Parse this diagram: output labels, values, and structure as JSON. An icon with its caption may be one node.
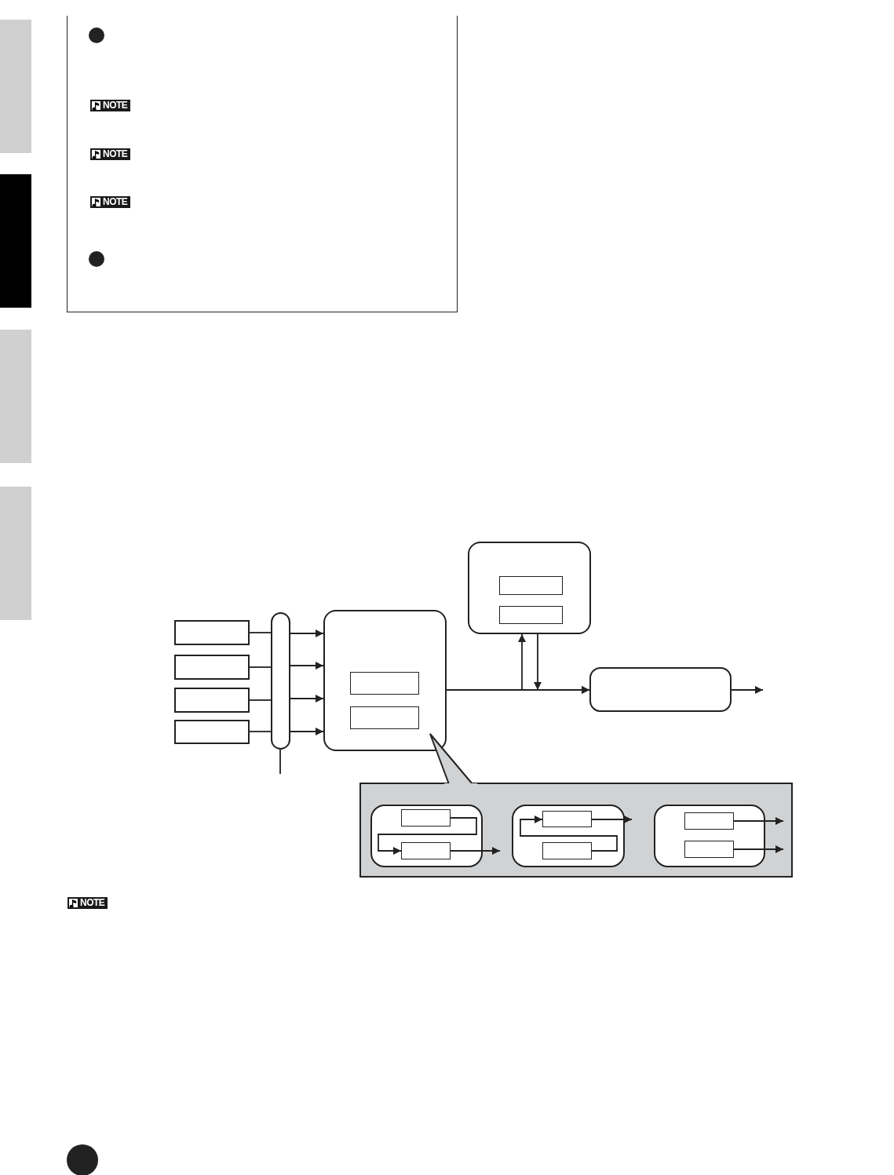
{
  "diagram": {
    "nodes": [
      {
        "text": [],
        "shape": "box"
      },
      {
        "text": [],
        "shape": "box"
      },
      {
        "text": [],
        "shape": "box"
      },
      {
        "text": [],
        "shape": "box"
      },
      {
        "text": [],
        "shape": "bar"
      },
      {
        "text": [],
        "shape": "box"
      },
      {
        "text": [],
        "shape": "box",
        "in": 5
      },
      {
        "text": [],
        "shape": "box",
        "in": 5
      },
      {
        "text": [],
        "shape": "box"
      },
      {
        "text": [],
        "shape": "box",
        "in": 8
      },
      {
        "text": [],
        "shape": "box",
        "in": 8
      },
      {
        "text": [],
        "shape": "box"
      },
      {
        "text": [],
        "shape": "box"
      },
      {
        "text": [],
        "shape": "box",
        "in": 12
      },
      {
        "text": [],
        "shape": "box",
        "in": 13
      },
      {
        "text": [],
        "shape": "box",
        "in": 13
      },
      {
        "text": [],
        "shape": "box",
        "in": 12
      },
      {
        "text": [],
        "shape": "box",
        "in": 16
      },
      {
        "text": [],
        "shape": "box",
        "in": 16
      },
      {
        "text": [],
        "shape": "box",
        "in": 12
      },
      {
        "text": [],
        "shape": "box",
        "in": 19
      },
      {
        "text": [],
        "shape": "box",
        "in": 19
      }
    ],
    "edges": [
      {
        "from": 0,
        "to": 4,
        "arrow": "none"
      },
      {
        "from": 1,
        "to": 4,
        "arrow": "none"
      },
      {
        "from": 2,
        "to": 4,
        "arrow": "none"
      },
      {
        "from": 3,
        "to": 4,
        "arrow": "none"
      },
      {
        "from": 4,
        "to": 5,
        "arrow": "to"
      },
      {
        "from": 4,
        "to": 5,
        "arrow": "to"
      },
      {
        "from": 4,
        "to": 5,
        "arrow": "to"
      },
      {
        "from": 4,
        "to": 5,
        "arrow": "to"
      },
      {
        "from": 4,
        "to": null,
        "arrow": "none"
      },
      {
        "from": 5,
        "to": 11,
        "arrow": "to"
      },
      {
        "from": 5,
        "to": 8,
        "arrow": "to"
      },
      {
        "from": 8,
        "to": 11,
        "arrow": "to"
      },
      {
        "from": 11,
        "to": null,
        "arrow": "to"
      },
      {
        "from": 14,
        "to": 15,
        "arrow": "to"
      },
      {
        "from": 15,
        "to": null,
        "arrow": "to"
      },
      {
        "from": 18,
        "to": 17,
        "arrow": "to"
      },
      {
        "from": 17,
        "to": null,
        "arrow": "to"
      },
      {
        "from": 20,
        "to": null,
        "arrow": "to"
      },
      {
        "from": 21,
        "to": null,
        "arrow": "to"
      }
    ],
    "labels": [
      "NOTE",
      "NOTE",
      "NOTE",
      "NOTE"
    ]
  }
}
